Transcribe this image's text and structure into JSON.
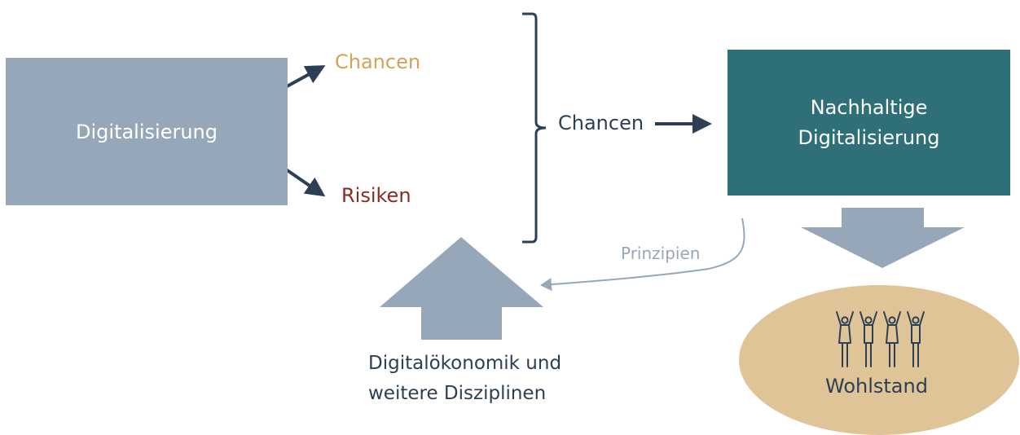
{
  "colors": {
    "box_digitalisierung": "#95a7b9",
    "box_nachhaltig": "#2f6f78",
    "box_text": "#ffffff",
    "chancen_accent": "#d2a455",
    "risiken_accent": "#8c2a22",
    "dark_text": "#2d3f55",
    "arrow_dark": "#2d3f55",
    "light_arrow": "#95a7b9",
    "wohlstand_fill": "#dfc497"
  },
  "left_box": {
    "label": "Digitalisierung"
  },
  "outcomes": {
    "chancen": "Chancen",
    "risiken": "Risiken"
  },
  "bracket_output": {
    "label": "Chancen"
  },
  "right_box": {
    "line1": "Nachhaltige",
    "line2": "Digitalisierung"
  },
  "feedback_arrow": {
    "label": "Prinzipien"
  },
  "disciplines": {
    "line1": "Digitalökonomik und",
    "line2": "weitere Disziplinen"
  },
  "result": {
    "label": "Wohlstand",
    "icon": "people-cheering-icon"
  }
}
